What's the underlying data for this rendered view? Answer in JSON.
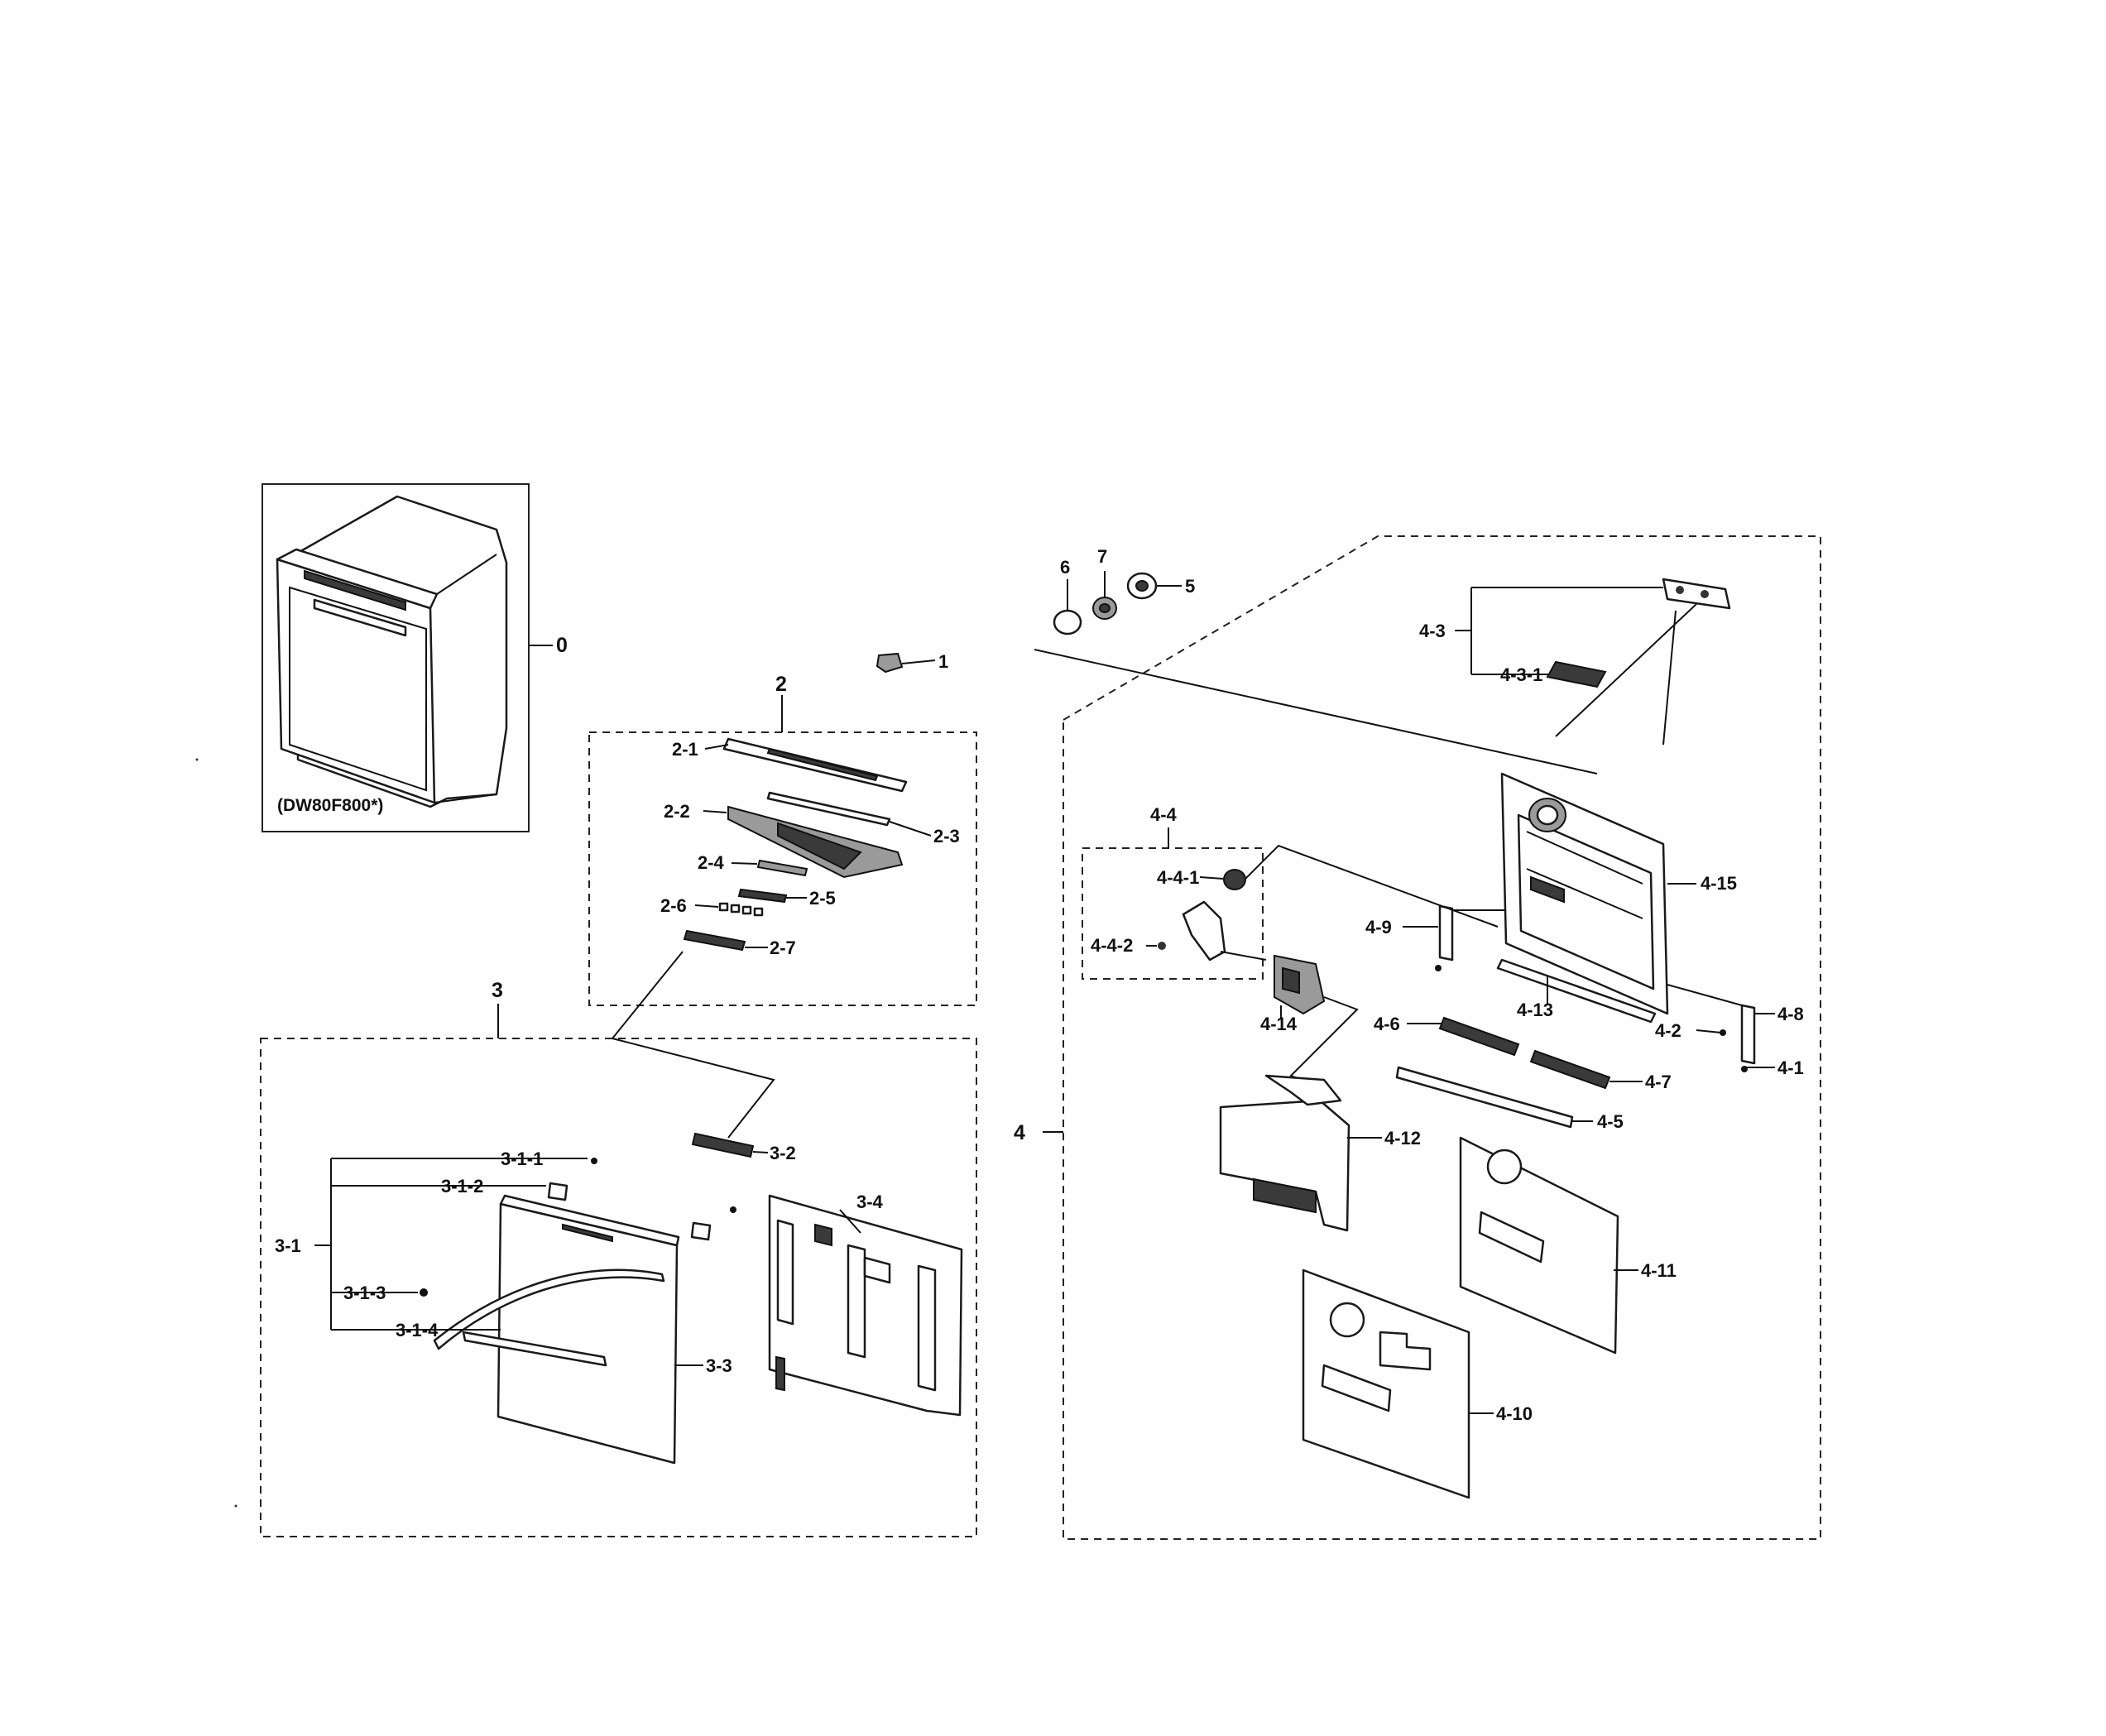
{
  "model_label": "(DW80F800*)",
  "callouts": {
    "c0": "0",
    "c1": "1",
    "c2": "2",
    "c2_1": "2-1",
    "c2_2": "2-2",
    "c2_3": "2-3",
    "c2_4": "2-4",
    "c2_5": "2-5",
    "c2_6": "2-6",
    "c2_7": "2-7",
    "c3": "3",
    "c3_1": "3-1",
    "c3_1_1": "3-1-1",
    "c3_1_2": "3-1-2",
    "c3_1_3": "3-1-3",
    "c3_1_4": "3-1-4",
    "c3_2": "3-2",
    "c3_3": "3-3",
    "c3_4": "3-4",
    "c4": "4",
    "c4_1": "4-1",
    "c4_2": "4-2",
    "c4_3": "4-3",
    "c4_3_1": "4-3-1",
    "c4_4": "4-4",
    "c4_4_1": "4-4-1",
    "c4_4_2": "4-4-2",
    "c4_5": "4-5",
    "c4_6": "4-6",
    "c4_7": "4-7",
    "c4_8": "4-8",
    "c4_9": "4-9",
    "c4_10": "4-10",
    "c4_11": "4-11",
    "c4_12": "4-12",
    "c4_13": "4-13",
    "c4_14": "4-14",
    "c4_15": "4-15",
    "c5": "5",
    "c6": "6",
    "c7": "7"
  }
}
